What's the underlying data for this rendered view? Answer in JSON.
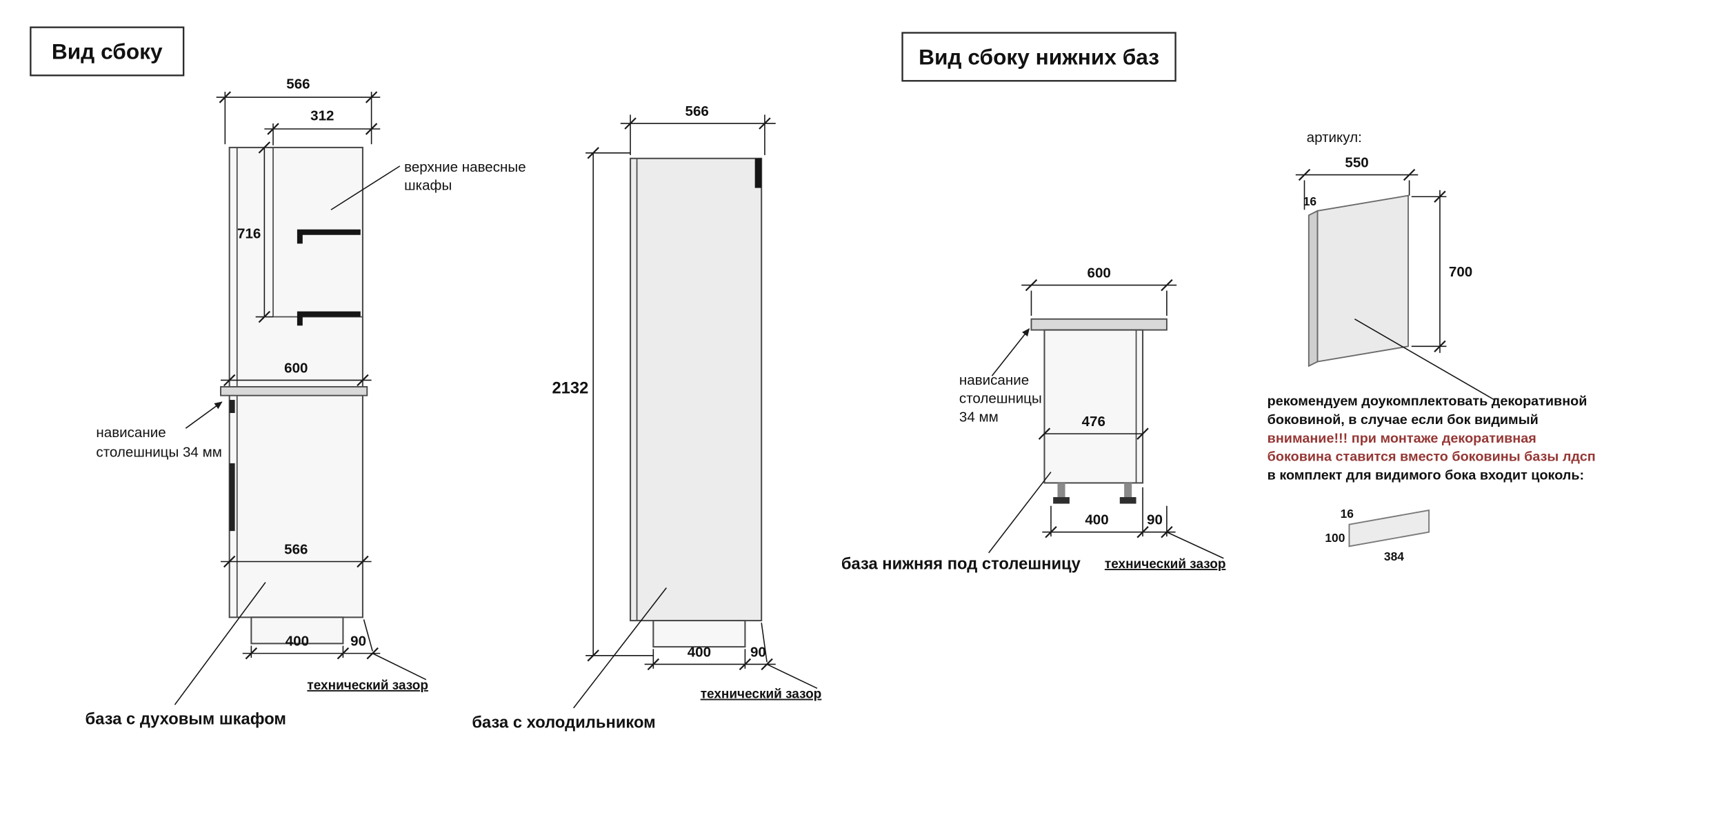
{
  "titles": {
    "left": "Вид сбоку",
    "right": "Вид сбоку  нижних баз"
  },
  "oven_unit": {
    "name": "база с духовым шкафом",
    "upper_label_line1": "верхние навесные",
    "upper_label_line2": "шкафы",
    "overhang_line1": "нависание",
    "overhang_line2": "столешницы 34 мм",
    "tech_gap": "технический зазор",
    "dims": {
      "top_width": "566",
      "upper_depth": "312",
      "upper_height": "716",
      "counter_depth": "600",
      "base_depth": "566",
      "plinth_depth": "400",
      "gap": "90"
    }
  },
  "fridge_unit": {
    "name": "база с холодильником",
    "tech_gap": "технический зазор",
    "dims": {
      "top_width": "566",
      "height": "2132",
      "plinth_depth": "400",
      "gap": "90"
    }
  },
  "lower_base": {
    "name": "база нижняя под столешницу",
    "overhang_line1": "нависание",
    "overhang_line2": "столешницы",
    "overhang_line3": "34 мм",
    "tech_gap": "технический зазор",
    "dims": {
      "top_width": "600",
      "inner_height": "476",
      "plinth_depth": "400",
      "gap": "90"
    }
  },
  "side_panel": {
    "article_label": "артикул:",
    "note_line1": "рекомендуем доукомплектовать декоративной",
    "note_line2": "боковиной, в случае если бок видимый",
    "warning_line1": "внимание!!! при монтаже декоративная",
    "warning_line2": "боковина ставится вместо боковины базы лдсп",
    "note_line3": "в комплект для видимого бока входит цоколь:",
    "dims": {
      "width": "550",
      "thickness": "16",
      "height": "700"
    },
    "plinth": {
      "thickness": "16",
      "height": "100",
      "length": "384"
    }
  },
  "colors": {
    "warning_text": "#953735",
    "line": "#161616"
  }
}
